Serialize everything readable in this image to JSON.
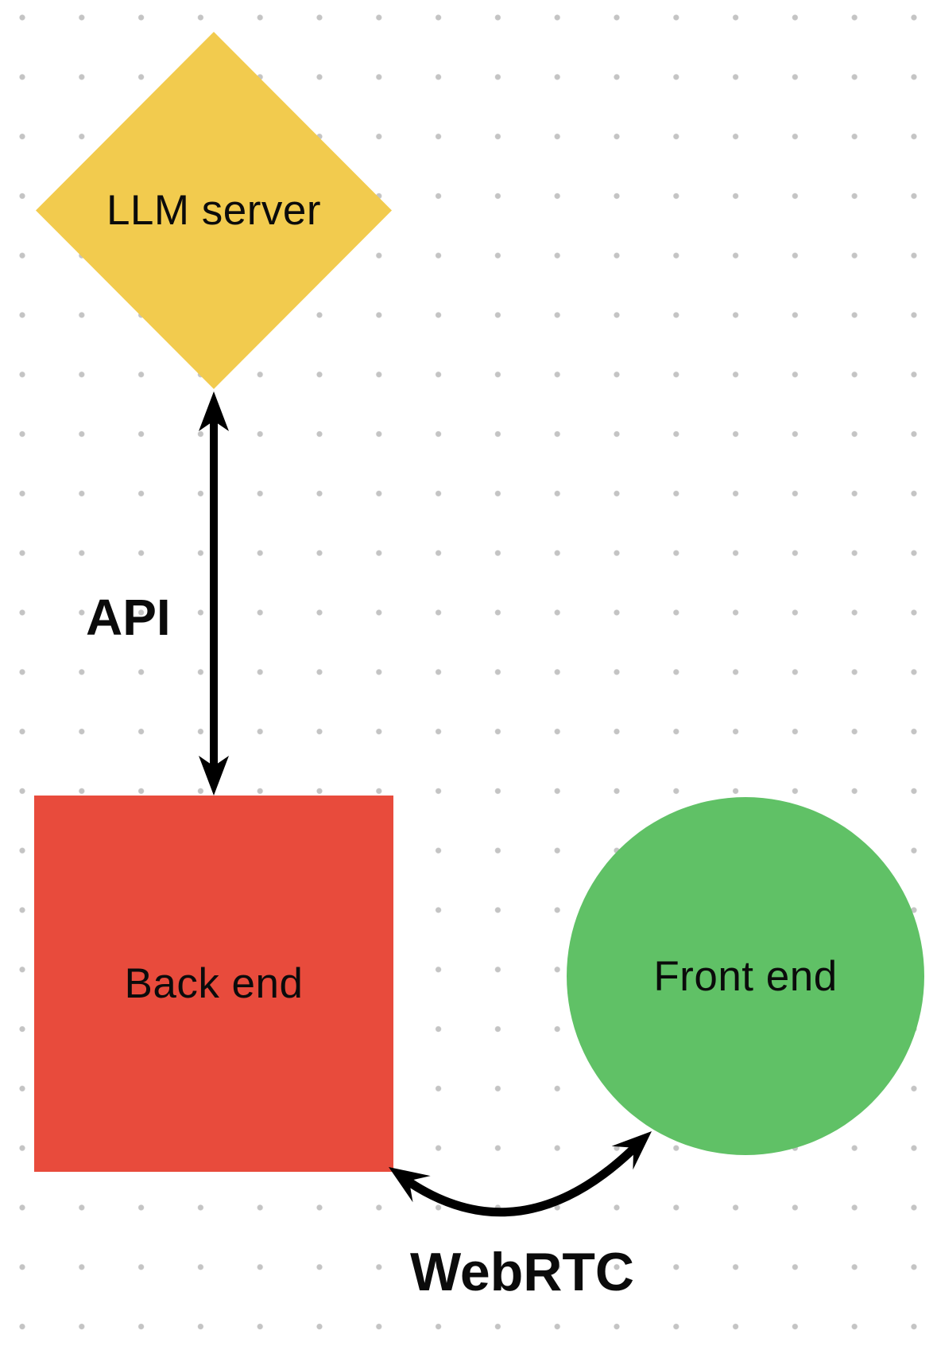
{
  "canvas": {
    "background_color": "#ffffff",
    "grid_style": "dot-grid",
    "grid_dot_color": "#c4c4c4"
  },
  "nodes": {
    "llm_server": {
      "label": "LLM server",
      "shape": "diamond",
      "fill": "#f2cb4e",
      "text_color": "#0b0b0b"
    },
    "back_end": {
      "label": "Back end",
      "shape": "square",
      "fill": "#e84b3c",
      "text_color": "#0b0b0b"
    },
    "front_end": {
      "label": "Front end",
      "shape": "circle",
      "fill": "#60c166",
      "text_color": "#0b0b0b"
    }
  },
  "edges": {
    "api": {
      "label": "API",
      "from": "LLM server",
      "to": "Back end",
      "type": "straight-double-headed-arrow",
      "color": "#000000"
    },
    "webrtc": {
      "label": "WebRTC",
      "from": "Back end",
      "to": "Front end",
      "type": "curved-double-headed-arrow",
      "color": "#000000"
    }
  }
}
